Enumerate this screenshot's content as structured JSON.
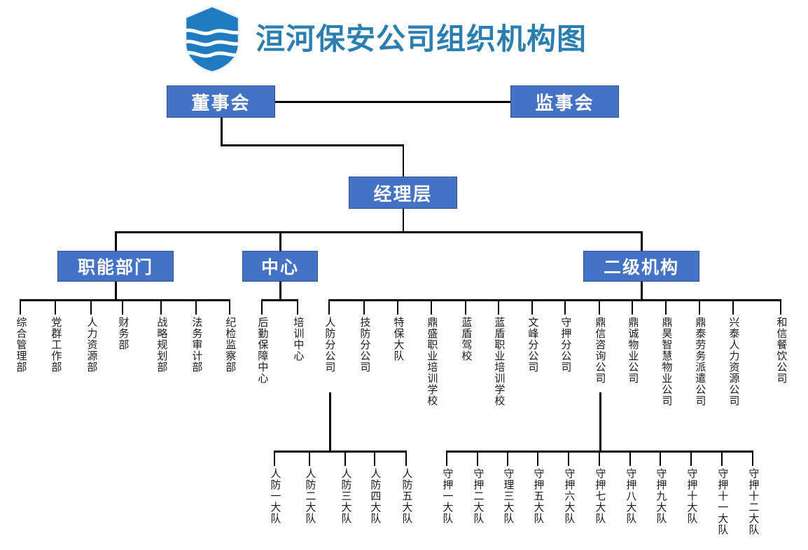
{
  "header": {
    "title": "洹河保安公司组织机构图",
    "logo_name": "shield-wave-logo",
    "title_color": "#2A7FB0",
    "logo_color": "#1F7AC0"
  },
  "theme": {
    "box_fill": "#4472C4",
    "box_border": "#2F528F",
    "box_text": "#FFFFFF",
    "line_color": "#000000",
    "leaf_text": "#1A1A1A",
    "background": "#FFFFFF"
  },
  "nodes": {
    "board": "董事会",
    "supervisors": "监事会",
    "management": "经理层",
    "functional": "职能部门",
    "center": "中心",
    "secondary": "二级机构"
  },
  "functional_departments": [
    "综合管理部",
    "党群工作部",
    "人力资源部",
    "财务部",
    "战略规划部",
    "法务审计部",
    "纪检监察部"
  ],
  "centers": [
    "后勤保障中心",
    "培训中心"
  ],
  "secondary_units": [
    "人防分公司",
    "技防分公司",
    "特保大队",
    "鼎盛职业培训学校",
    "蓝盾驾校",
    "蓝盾职业培训学校",
    "文峰分公司",
    "守押分公司",
    "鼎信咨询公司",
    "鼎诚物业公司",
    "鼎昊智慧物业公司",
    "鼎泰劳务派遣公司",
    "兴泰人力资源公司",
    "和信餐饮公司"
  ],
  "renfang_brigades": [
    "人防一大队",
    "人防二大队",
    "人防三大队",
    "人防四大队",
    "人防五大队"
  ],
  "shouya_brigades": [
    "守押一大队",
    "守押二大队",
    "守理三大队",
    "守押五大队",
    "守押六大队",
    "守押七大队",
    "守押八大队",
    "守押九大队",
    "守押十大队",
    "守押十一大队",
    "守押十二大队"
  ]
}
